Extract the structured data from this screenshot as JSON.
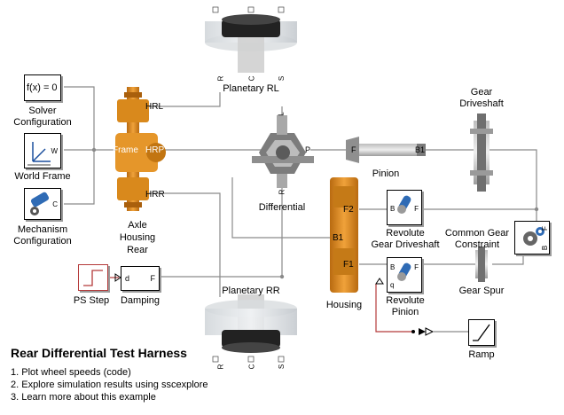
{
  "blocks": {
    "solver": {
      "text": "f(x) = 0",
      "label1": "Solver",
      "label2": "Configuration"
    },
    "world_frame": {
      "label": "World Frame",
      "port": "W"
    },
    "mechanism": {
      "label1": "Mechanism",
      "label2": "Configuration",
      "port": "C"
    },
    "axle": {
      "label1": "Axle",
      "label2": "Housing",
      "label3": "Rear",
      "port_frame": "Frame",
      "port_hrl": "HRL",
      "port_hrp": "HRP",
      "port_hrr": "HRR"
    },
    "planetary_rl": {
      "label": "Planetary RL",
      "ports": [
        "R",
        "C",
        "S"
      ]
    },
    "planetary_rr": {
      "label": "Planetary RR",
      "ports": [
        "R",
        "C",
        "S"
      ]
    },
    "differential": {
      "label": "Differential",
      "port_p": "P",
      "port_l": "L",
      "port_r": "R"
    },
    "pinion": {
      "label": "Pinion",
      "port_f": "F",
      "port_b1": "B1"
    },
    "gear_driveshaft": {
      "label1": "Gear",
      "label2": "Driveshaft"
    },
    "housing": {
      "label": "Housing",
      "port_f2": "F2",
      "port_b1": "B1",
      "port_f1": "F1"
    },
    "revolute_gear": {
      "label1": "Revolute",
      "label2": "Gear Driveshaft",
      "port_b": "B",
      "port_f": "F"
    },
    "revolute_pinion": {
      "label1": "Revolute",
      "label2": "Pinion",
      "port_b": "B",
      "port_f": "F",
      "port_q": "q"
    },
    "common_gear": {
      "label1": "Common Gear",
      "label2": "Constraint",
      "port_f": "F",
      "port_b": "B"
    },
    "gear_spur": {
      "label": "Gear Spur"
    },
    "ps_step": {
      "label": "PS Step"
    },
    "damping": {
      "label": "Damping",
      "port_d": "d",
      "port_f": "F"
    },
    "ramp": {
      "label": "Ramp"
    }
  },
  "heading": "Rear Differential Test Harness",
  "links": [
    "1. Plot wheel speeds (code)",
    "2. Explore simulation results using sscexplore",
    "3. Learn more about this example"
  ],
  "colors": {
    "axle": "#d9891c",
    "axle_dark": "#a95f0c",
    "wire": "#8a8a8a",
    "signal": "#b43a3a"
  },
  "icons": [
    "solver-icon",
    "world-frame-icon",
    "mechanism-config-icon",
    "revolute-joint-icon",
    "gear-constraint-icon",
    "step-icon",
    "ramp-icon"
  ]
}
